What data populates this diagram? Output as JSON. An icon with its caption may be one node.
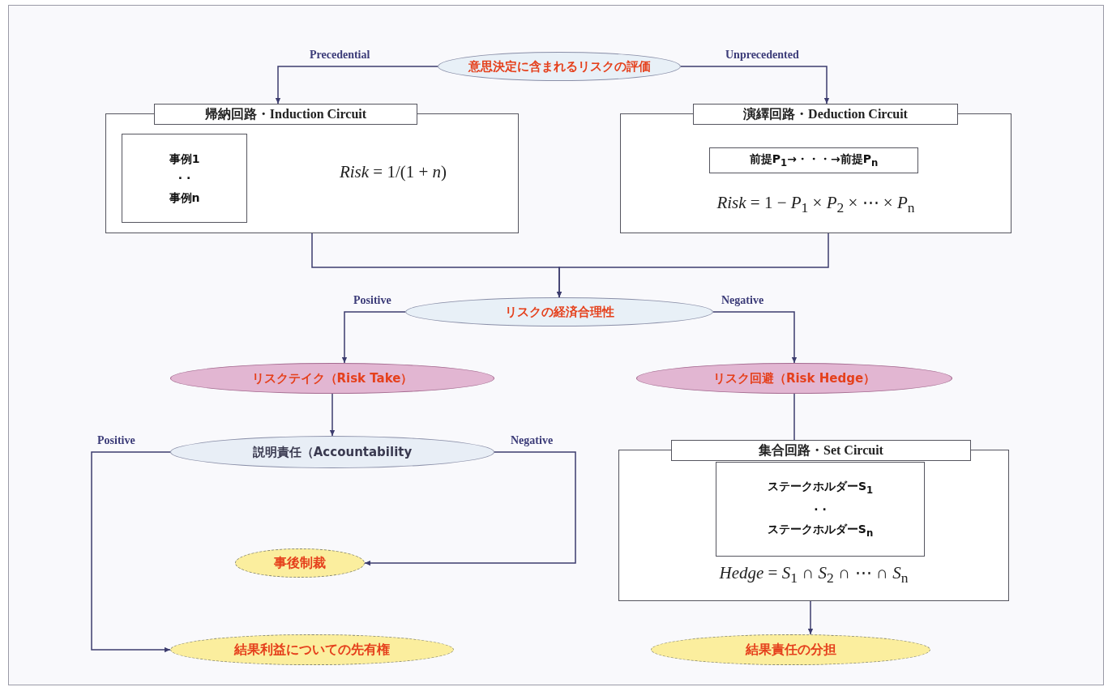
{
  "diagram": {
    "nodes": [
      {
        "text": [
          "意思決定に含まれるリスクの評価"
        ]
      },
      {
        "text": [
          "帰納回路・Induction Circuit",
          "*Risk* = 1/(1 + *n*)"
        ]
      },
      {
        "text": [
          "事例1 · · 事例n"
        ],
        "in": 1
      },
      {
        "text": [
          "演繹回路・Deduction Circuit",
          "*Risk* = 1 − *P*$_{1}$ × *P*$_{2}$ × ⋯ × *P*$_{n}$"
        ]
      },
      {
        "text": [
          "前提P$_{1}$→・・・→前提P$_{n}$"
        ],
        "in": 3
      },
      {
        "text": [
          "リスクの経済合理性"
        ]
      },
      {
        "text": [
          "リスクテイク（Risk Take）"
        ]
      },
      {
        "text": [
          "リスク回避（Risk Hedge）"
        ]
      },
      {
        "text": [
          "説明責任（Accountability"
        ]
      },
      {
        "text": [
          "集合回路・Set Circuit",
          "*Hedge* = *S*$_{1}$ ∩ *S*$_{2}$ ∩ ⋯ ∩ *S*$_{n}$"
        ]
      },
      {
        "text": [
          "ステークホルダーS$_{1}$ · · ステークホルダーS$_{n}$"
        ],
        "in": 9
      },
      {
        "text": [
          "事後制裁"
        ]
      },
      {
        "text": [
          "結果利益についての先有権"
        ]
      },
      {
        "text": [
          "結果責任の分担"
        ]
      }
    ],
    "edges": [
      {
        "from": 0,
        "to": 1,
        "arrow": "to",
        "label": "Precedential"
      },
      {
        "from": 0,
        "to": 3,
        "arrow": "to",
        "label": "Unprecedented"
      },
      {
        "from": 1,
        "to": 5,
        "arrow": "to"
      },
      {
        "from": 3,
        "to": 5,
        "arrow": "to"
      },
      {
        "from": 5,
        "to": 6,
        "arrow": "to",
        "label": "Positive"
      },
      {
        "from": 5,
        "to": 7,
        "arrow": "to",
        "label": "Negative"
      },
      {
        "from": 6,
        "to": 8,
        "arrow": "to"
      },
      {
        "from": 7,
        "to": 9,
        "arrow": "none"
      },
      {
        "from": 8,
        "to": 12,
        "arrow": "to",
        "label": "Positive"
      },
      {
        "from": 8,
        "to": 11,
        "arrow": "to",
        "label": "Negative"
      },
      {
        "from": 9,
        "to": 13,
        "arrow": "to"
      }
    ]
  }
}
